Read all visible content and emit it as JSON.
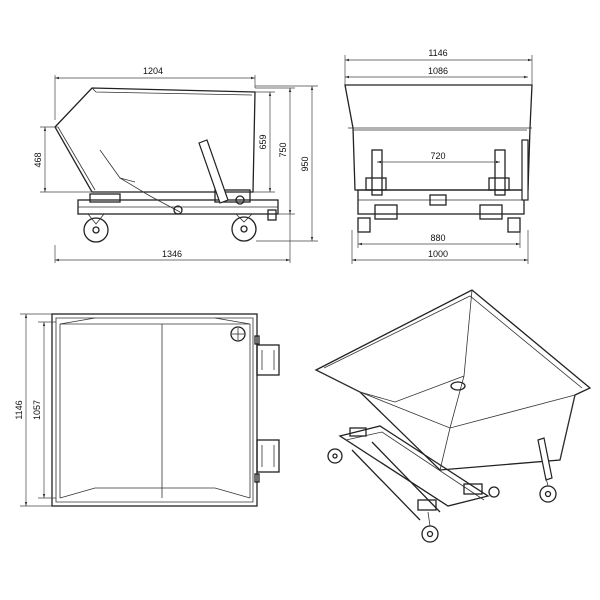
{
  "views": {
    "side": {
      "dims": {
        "overall_length": "1346",
        "top_length": "1204",
        "height_468": "468",
        "height_659": "659",
        "height_750": "750",
        "height_950": "950"
      }
    },
    "front": {
      "dims": {
        "overall_width": "1146",
        "inner_width": "1086",
        "track_720": "720",
        "frame_880": "880",
        "base_width": "1000"
      }
    },
    "top": {
      "dims": {
        "depth": "1146",
        "inner_depth": "1057"
      }
    }
  },
  "colors": {
    "line": "#222222",
    "background": "#ffffff"
  }
}
